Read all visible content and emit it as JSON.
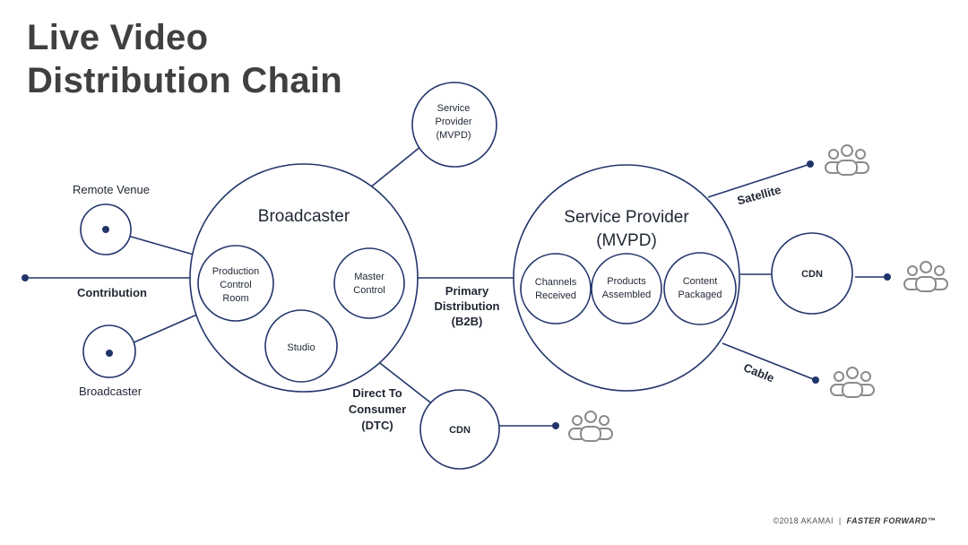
{
  "title_line1": "Live Video",
  "title_line2": "Distribution Chain",
  "nodes": {
    "broadcaster_main": "Broadcaster",
    "service_provider_line1": "Service Provider",
    "service_provider_line2": "(MVPD)",
    "top_service_provider_line1": "Service",
    "top_service_provider_line2": "Provider",
    "top_service_provider_line3": "(MVPD)",
    "production_line1": "Production",
    "production_line2": "Control",
    "production_line3": "Room",
    "master_line1": "Master",
    "master_line2": "Control",
    "studio": "Studio",
    "channels_line1": "Channels",
    "channels_line2": "Received",
    "products_line1": "Products",
    "products_line2": "Assembled",
    "content_line1": "Content",
    "content_line2": "Packaged",
    "cdn_bottom": "CDN",
    "cdn_right": "CDN",
    "remote_venue": "Remote Venue",
    "broadcaster_small": "Broadcaster"
  },
  "edges": {
    "contribution": "Contribution",
    "primary_line1": "Primary",
    "primary_line2": "Distribution",
    "primary_line3": "(B2B)",
    "dtc_line1": "Direct To",
    "dtc_line2": "Consumer",
    "dtc_line3": "(DTC)",
    "satellite": "Satellite",
    "cable": "Cable"
  },
  "footer": {
    "copyright": "©2018 AKAMAI",
    "separator": "|",
    "tagline": "FASTER FORWARD™"
  },
  "colors": {
    "line": "#22356b",
    "people_icon": "#8a8a8a",
    "title": "#404040"
  }
}
